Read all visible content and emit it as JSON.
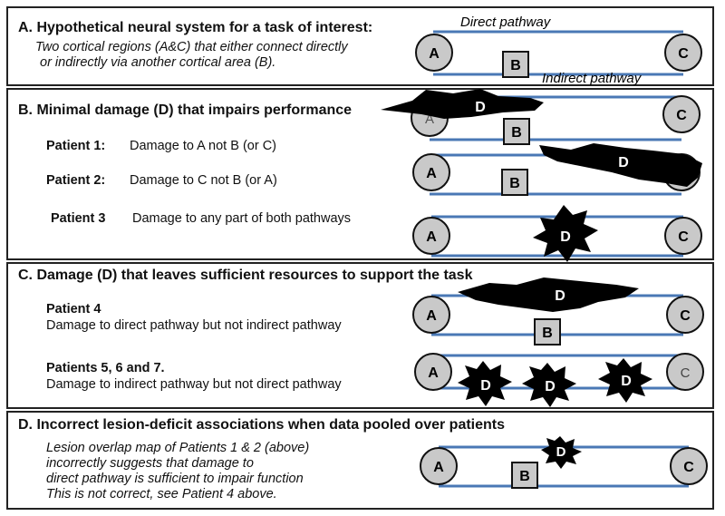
{
  "panelA": {
    "title": "A. Hypothetical neural system for a task of interest:",
    "desc_line1": "Two cortical regions (A&C) that either connect directly",
    "desc_line2": "or indirectly via another cortical area (B).",
    "direct_label": "Direct pathway",
    "indirect_label": "Indirect pathway"
  },
  "panelB": {
    "title": "B. Minimal damage (D) that impairs performance",
    "patients": [
      {
        "label": "Patient 1:",
        "desc": "Damage to A not B (or C)"
      },
      {
        "label": "Patient 2:",
        "desc": "Damage to C not B (or A)"
      },
      {
        "label": "Patient 3",
        "desc": "Damage to any part of both pathways"
      }
    ]
  },
  "panelC": {
    "title": "C. Damage (D) that leaves sufficient resources to support  the task",
    "patients": [
      {
        "label": "Patient 4",
        "desc": "Damage to direct pathway but not indirect pathway"
      },
      {
        "label": "Patients 5, 6 and 7.",
        "desc": "Damage to indirect pathway but not direct pathway"
      }
    ]
  },
  "panelD": {
    "title": "D. Incorrect lesion-deficit associations when data pooled over patients",
    "lines": [
      "Lesion overlap map of Patients 1 & 2 (above)",
      "incorrectly suggests that damage to",
      "direct pathway is sufficient to impair function",
      "This is not correct, see Patient 4 above."
    ]
  },
  "nodes": {
    "a": "A",
    "b": "B",
    "c": "C",
    "d": "D"
  },
  "colors": {
    "pathway": "#4a78b5",
    "node_fill": "#c9c9c9",
    "damage": "#000000"
  }
}
